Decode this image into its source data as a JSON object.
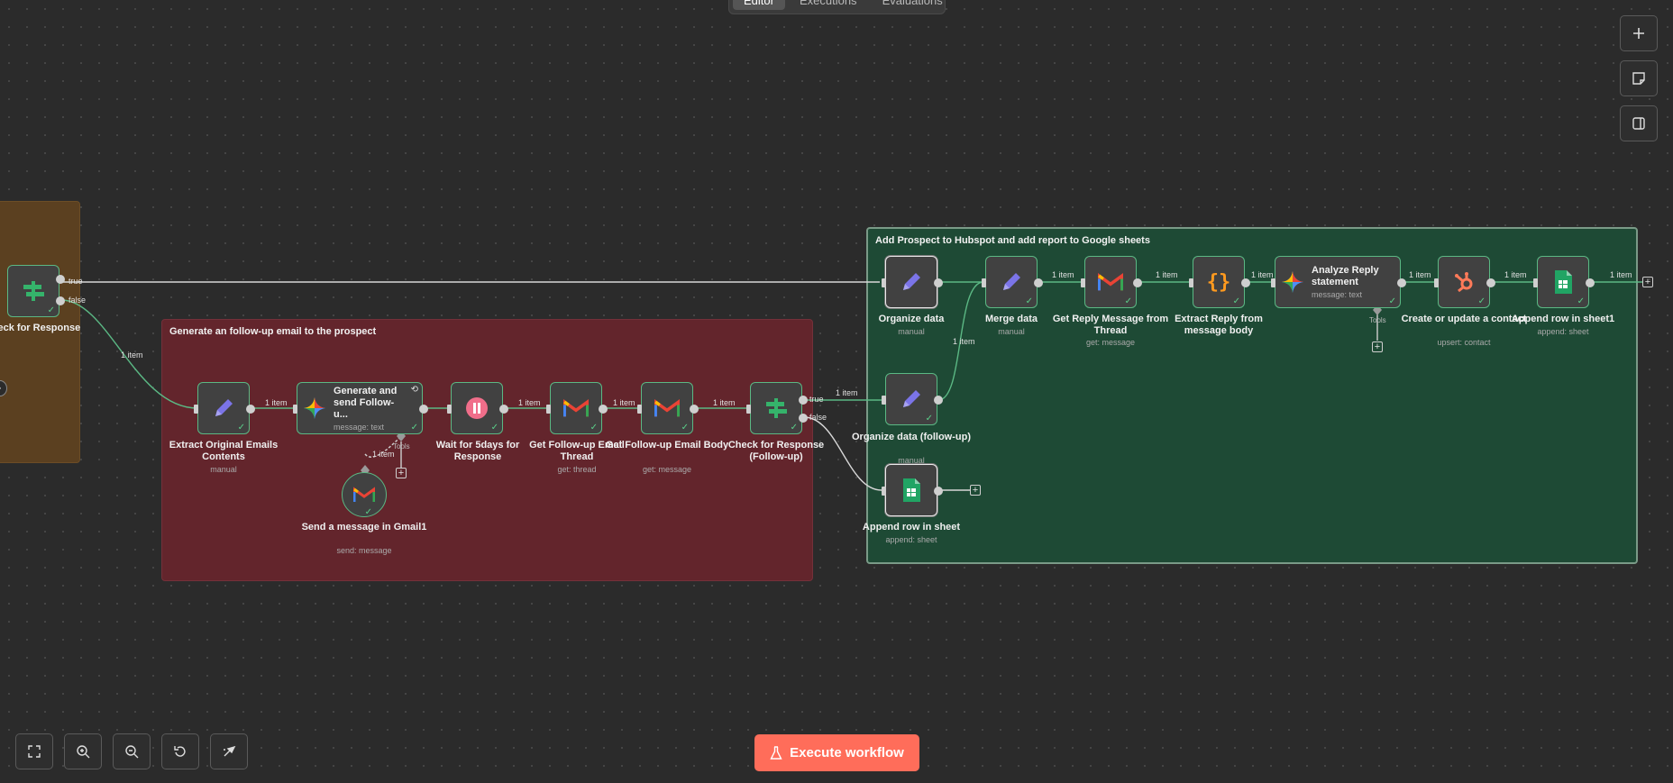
{
  "tabs": [
    "Editor",
    "Executions",
    "Evaluations"
  ],
  "stickies": {
    "followup": "Generate an follow-up email to the prospect",
    "hubspot": "Add Prospect to Hubspot and add report to Google sheets"
  },
  "nodes": {
    "check_response": {
      "label": "heck for Response"
    },
    "extract_original": {
      "label": "Extract Original Emails Contents",
      "sub": "manual"
    },
    "generate_followup": {
      "label": "Generate and send Follow-u...",
      "sub": "message: text"
    },
    "send_gmail1": {
      "label": "Send a message in Gmail1",
      "sub": "send: message"
    },
    "wait_5days": {
      "label": "Wait for 5days for Response"
    },
    "get_followup_thread": {
      "label": "Get Follow-up Email Thread",
      "sub": "get: thread"
    },
    "get_followup_body": {
      "label": "Get Follow-up Email Body",
      "sub": "get: message"
    },
    "check_followup": {
      "label": "Check for Response (Follow-up)"
    },
    "organize_data": {
      "label": "Organize data",
      "sub": "manual"
    },
    "organize_followup": {
      "label": "Organize data (follow-up)",
      "sub": "manual"
    },
    "append_sheet": {
      "label": "Append row in sheet",
      "sub": "append: sheet"
    },
    "merge_data": {
      "label": "Merge data",
      "sub": "manual"
    },
    "get_reply_thread": {
      "label": "Get Reply Message from Thread",
      "sub": "get: message"
    },
    "extract_reply": {
      "label": "Extract Reply from message body"
    },
    "analyze_reply": {
      "label": "Analyze Reply statement",
      "sub": "message: text"
    },
    "create_contact": {
      "label": "Create or update a contact",
      "sub": "upsert: contact"
    },
    "append_sheet1": {
      "label": "Append row in sheet1",
      "sub": "append: sheet"
    }
  },
  "edge_labels": {
    "one_item": "1 item",
    "true": "true",
    "false": "false",
    "tools": "Tools"
  },
  "actions": {
    "execute": "Execute workflow"
  },
  "colors": {
    "canvas": "#2b2b2b",
    "sticky_brown": "#5b4020",
    "sticky_red": "#63252c",
    "sticky_green": "#1e4a35",
    "node_border": "#5bb884",
    "accent": "#ff6d5a"
  },
  "icons": {
    "toolbar_right": [
      "plus-icon",
      "sticky-note-icon",
      "panel-icon"
    ],
    "toolbar_bottom": [
      "fit-view-icon",
      "zoom-in-icon",
      "zoom-out-icon",
      "reset-zoom-icon",
      "tidy-up-icon"
    ]
  }
}
